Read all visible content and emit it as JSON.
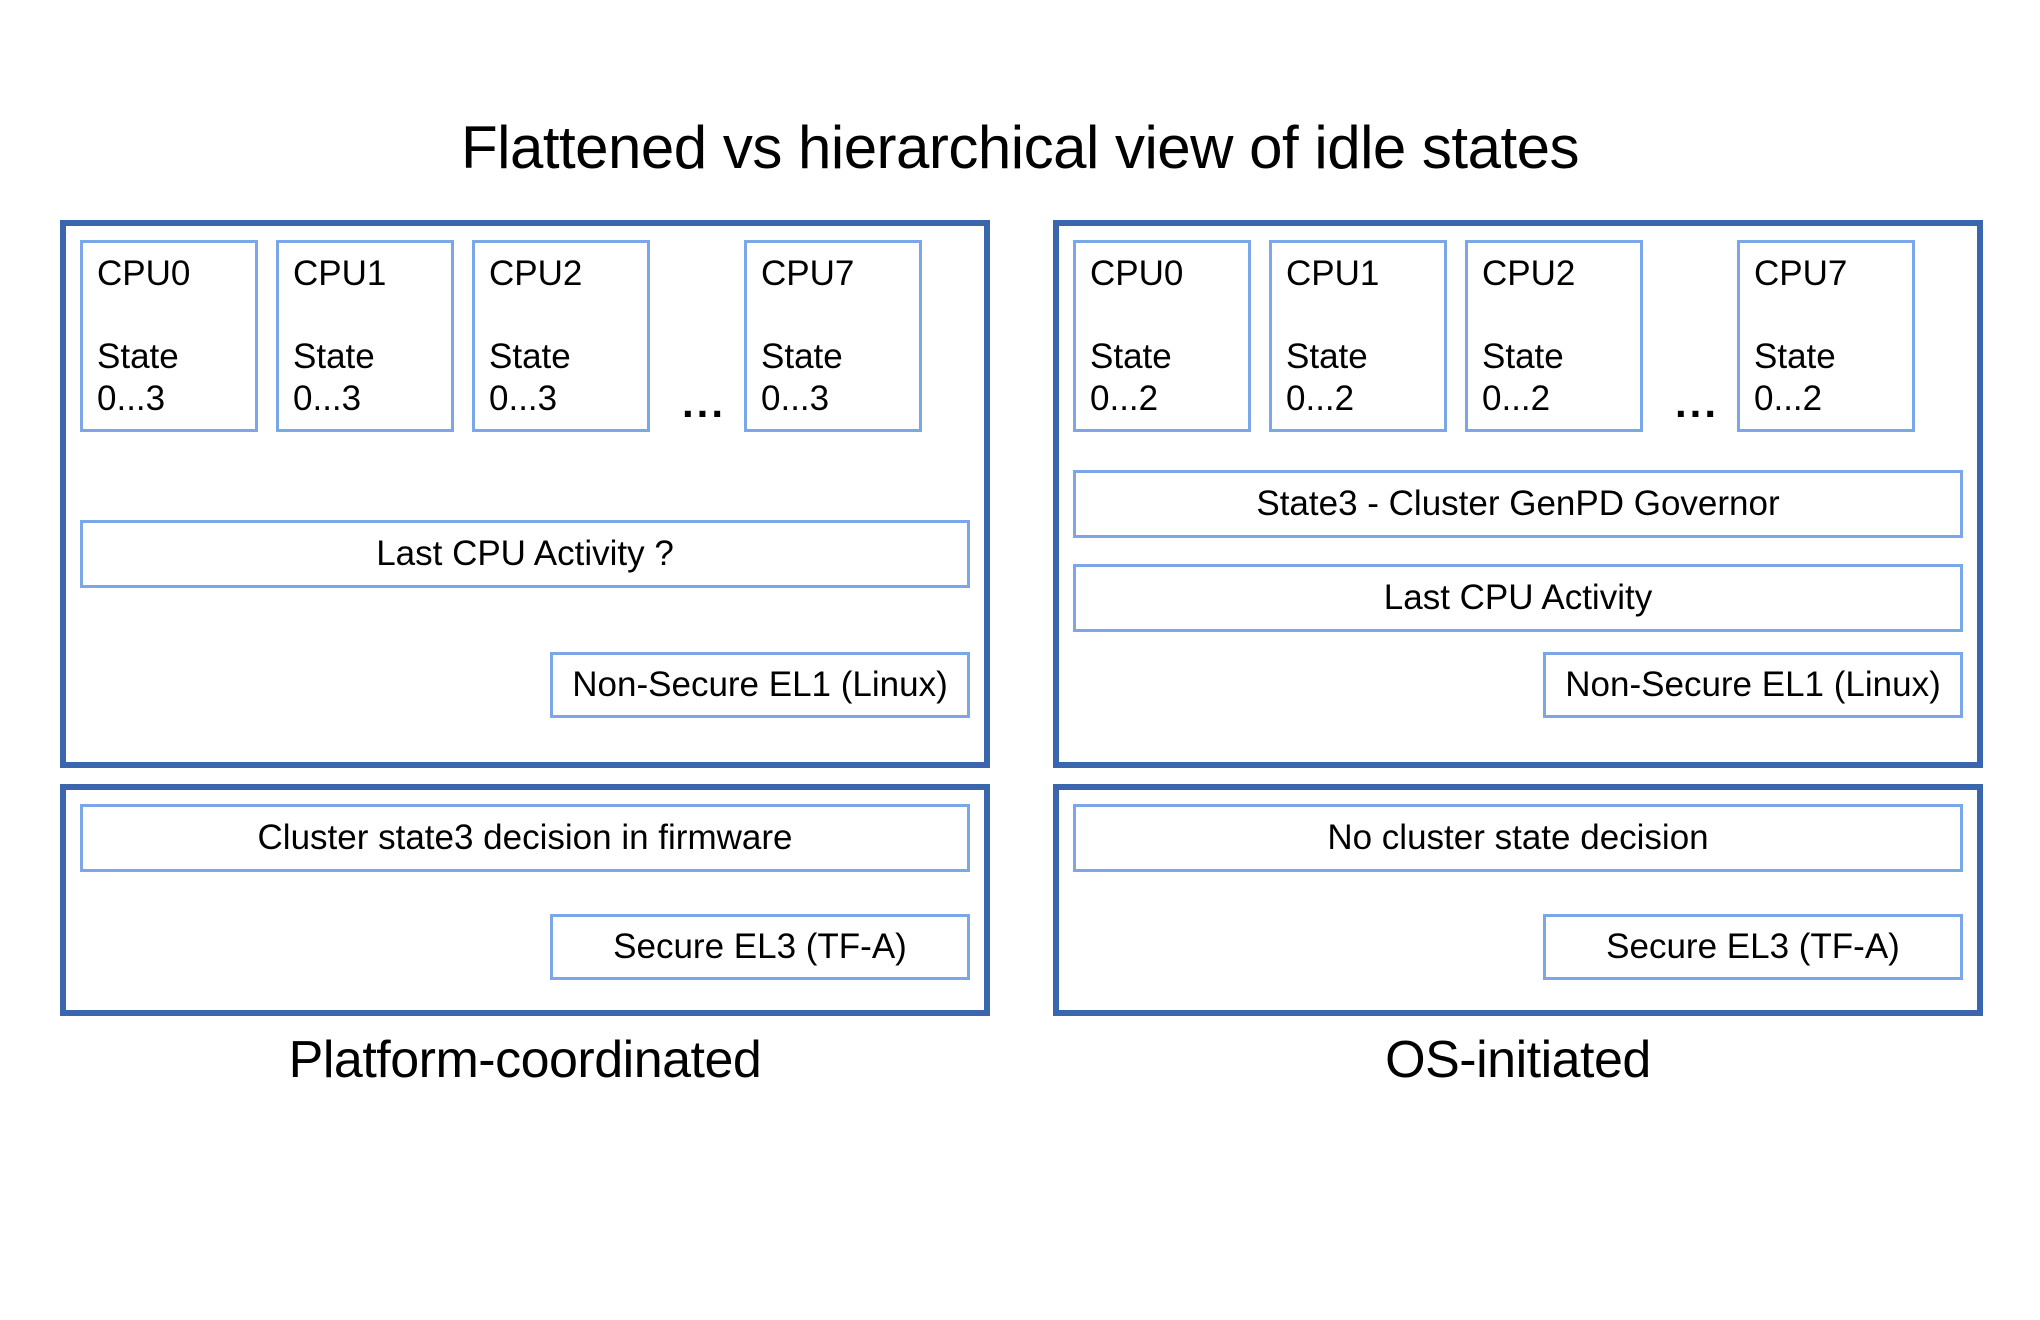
{
  "title": "Flattened vs hierarchical view of idle states",
  "colors": {
    "panel_border": "#3a66ad",
    "box_border": "#7ba7e8",
    "background": "#ffffff",
    "text": "#000000"
  },
  "columns": [
    {
      "key": "platform_coordinated",
      "caption": "Platform-coordinated",
      "os_panel": {
        "cpus": [
          {
            "label": "CPU0",
            "state_label": "State",
            "state_range": "0...3"
          },
          {
            "label": "CPU1",
            "state_label": "State",
            "state_range": "0...3"
          },
          {
            "label": "CPU2",
            "state_label": "State",
            "state_range": "0...3"
          },
          {
            "label": "CPU7",
            "state_label": "State",
            "state_range": "0...3"
          }
        ],
        "ellipsis": "...",
        "governor_box": null,
        "activity_box": "Last CPU Activity ?",
        "exception_level": "Non-Secure EL1 (Linux)"
      },
      "fw_panel": {
        "decision_box": "Cluster state3 decision in firmware",
        "exception_level": "Secure EL3 (TF-A)"
      }
    },
    {
      "key": "os_initiated",
      "caption": "OS-initiated",
      "os_panel": {
        "cpus": [
          {
            "label": "CPU0",
            "state_label": "State",
            "state_range": "0...2"
          },
          {
            "label": "CPU1",
            "state_label": "State",
            "state_range": "0...2"
          },
          {
            "label": "CPU2",
            "state_label": "State",
            "state_range": "0...2"
          },
          {
            "label": "CPU7",
            "state_label": "State",
            "state_range": "0...2"
          }
        ],
        "ellipsis": "...",
        "governor_box": "State3 - Cluster GenPD Governor",
        "activity_box": "Last CPU Activity",
        "exception_level": "Non-Secure EL1 (Linux)"
      },
      "fw_panel": {
        "decision_box": "No cluster state decision",
        "exception_level": "Secure EL3 (TF-A)"
      }
    }
  ]
}
